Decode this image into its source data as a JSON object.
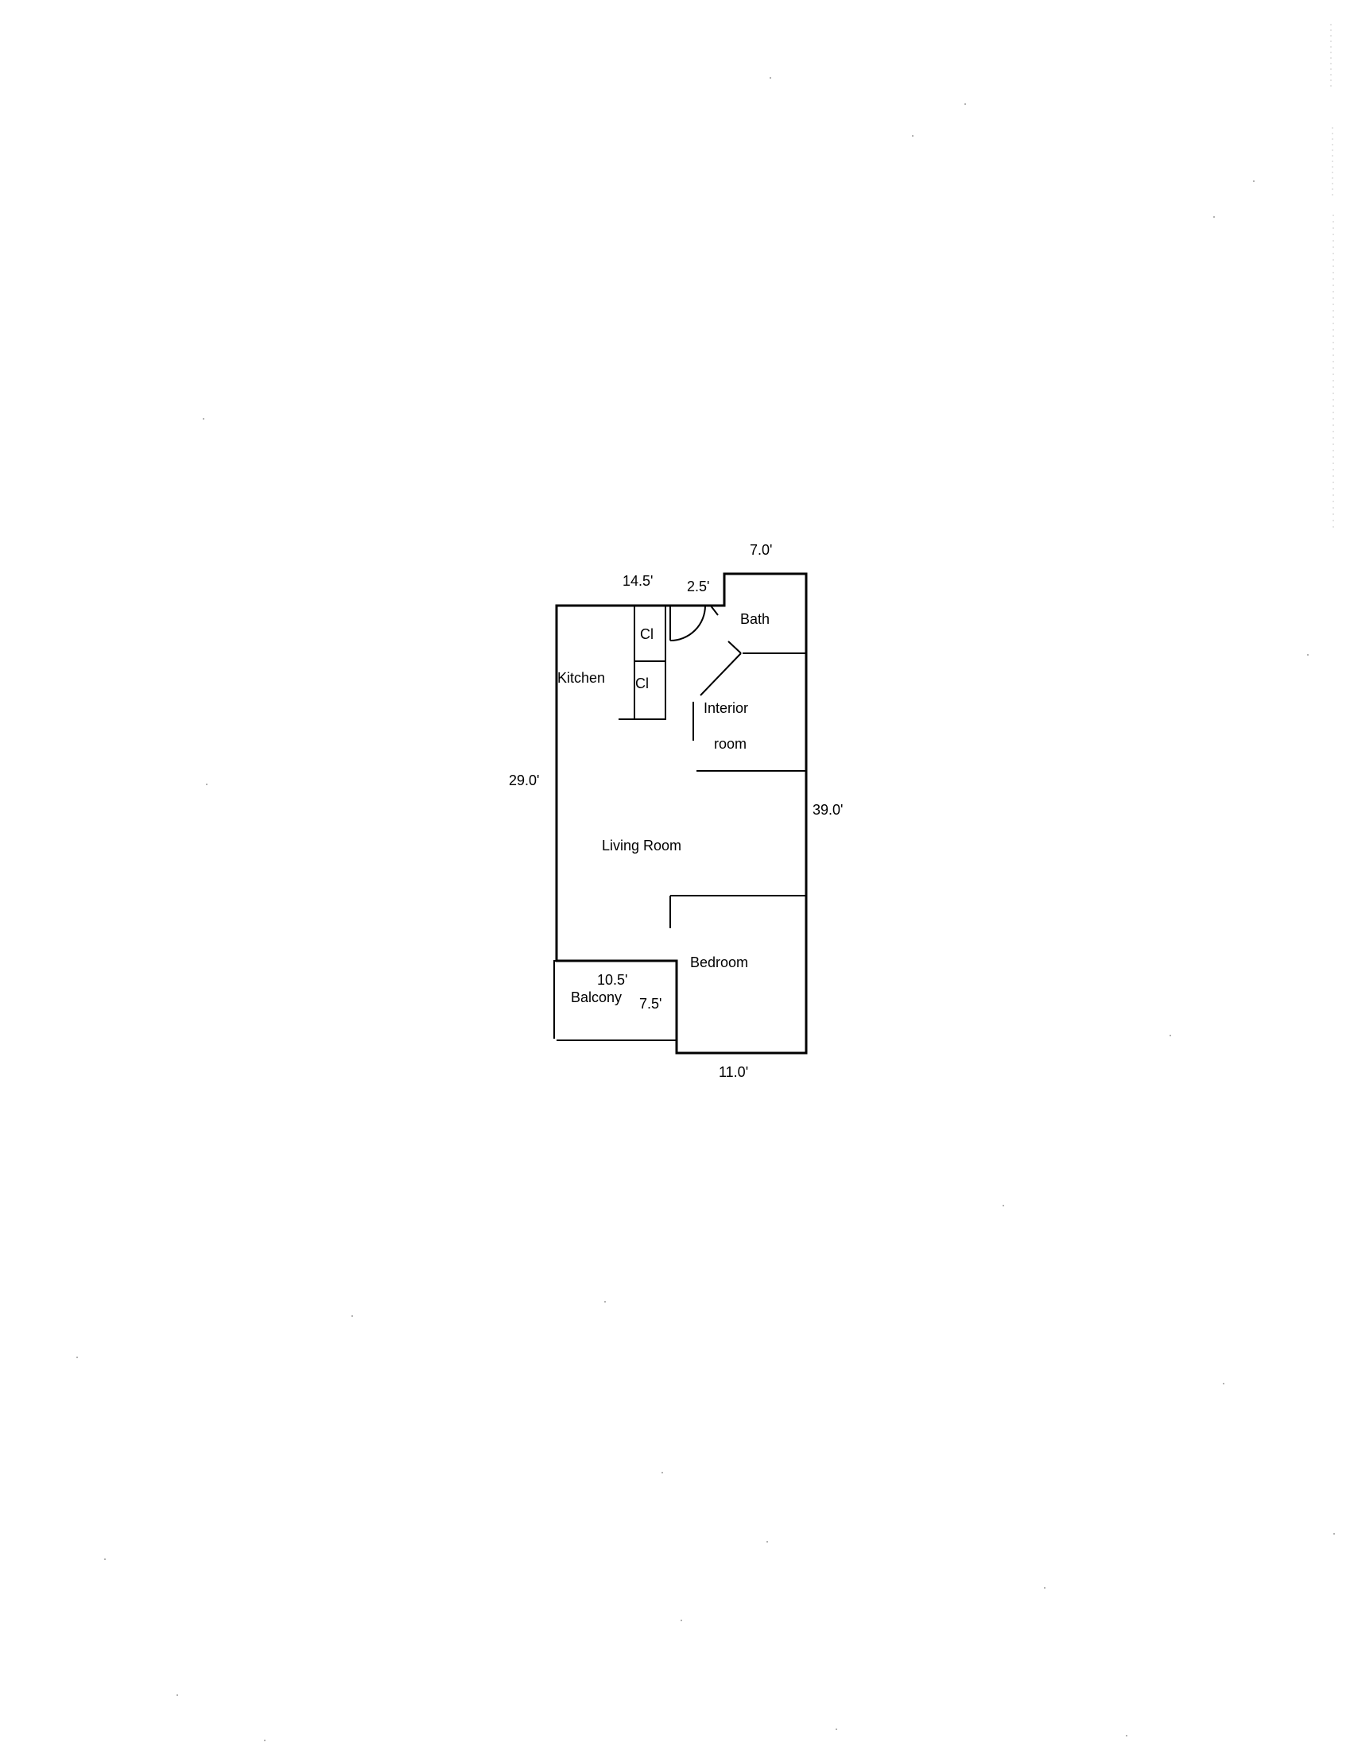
{
  "rooms": {
    "kitchen": "Kitchen",
    "closet_upper": "Cl",
    "closet_lower": "Cl",
    "bath": "Bath",
    "interior_line1": "Interior",
    "interior_line2": "room",
    "living_room": "Living Room",
    "bedroom": "Bedroom",
    "balcony": "Balcony"
  },
  "dimensions": {
    "top_left_width": "14.5'",
    "top_step": "2.5'",
    "bath_width": "7.0'",
    "left_height": "29.0'",
    "right_height": "39.0'",
    "balcony_width": "10.5'",
    "balcony_depth": "7.5'",
    "bottom_width": "11.0'"
  }
}
